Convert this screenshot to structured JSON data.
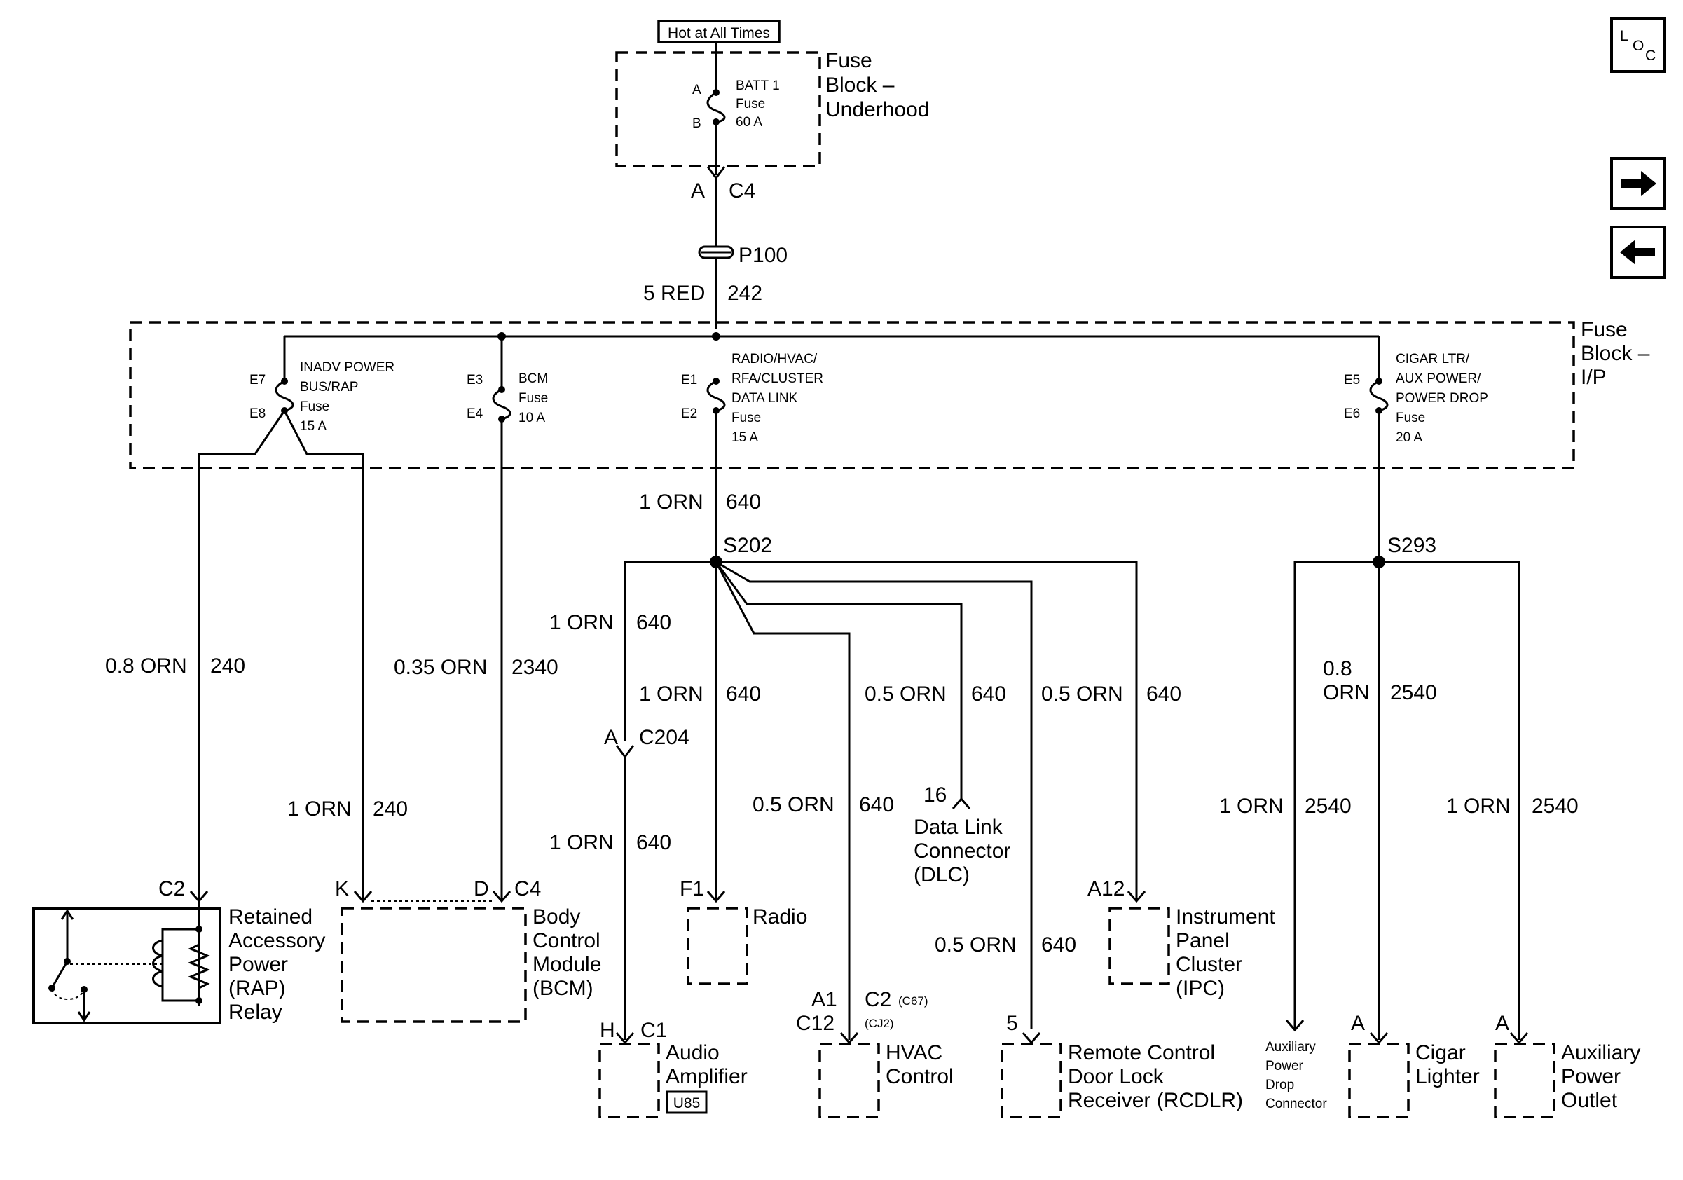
{
  "top": {
    "hot_label": "Hot at All Times",
    "underhood_block": [
      "Fuse",
      "Block –",
      "Underhood"
    ],
    "batt_fuse": [
      "BATT 1",
      "Fuse",
      "60 A"
    ],
    "batt_pin_a": "A",
    "batt_pin_b": "B",
    "conn_a": "A",
    "conn_c4": "C4",
    "splice_p100": "P100",
    "wire_main_gauge": "5 RED",
    "wire_main_circuit": "242"
  },
  "ip_block": {
    "title": [
      "Fuse",
      "Block –",
      "I/P"
    ],
    "fuses": [
      {
        "pin_in": "E7",
        "pin_out": "E8",
        "label": [
          "INADV POWER",
          "BUS/RAP",
          "Fuse",
          "15 A"
        ]
      },
      {
        "pin_in": "E3",
        "pin_out": "E4",
        "label": [
          "BCM",
          "Fuse",
          "10 A"
        ]
      },
      {
        "pin_in": "E1",
        "pin_out": "E2",
        "label": [
          "RADIO/HVAC/",
          "RFA/CLUSTER",
          "DATA LINK",
          "Fuse",
          "15 A"
        ]
      },
      {
        "pin_in": "E5",
        "pin_out": "E6",
        "label": [
          "CIGAR LTR/",
          "AUX POWER/",
          "POWER DROP",
          "Fuse",
          "20 A"
        ]
      }
    ]
  },
  "wires": {
    "w640_main": [
      "1 ORN",
      "640"
    ],
    "s202": "S202",
    "s293": "S293",
    "w240_a": [
      "0.8 ORN",
      "240"
    ],
    "w2340": [
      "0.35 ORN",
      "2340"
    ],
    "w640_c204": [
      "1 ORN",
      "640"
    ],
    "w640_radio": [
      "1 ORN",
      "640"
    ],
    "w640_dlc": [
      "0.5 ORN",
      "640"
    ],
    "w640_ipc": [
      "0.5 ORN",
      "640"
    ],
    "w2540_main": [
      "0.8",
      "ORN",
      "2540"
    ],
    "w240_b": [
      "1 ORN",
      "240"
    ],
    "w640_hvac": [
      "0.5 ORN",
      "640"
    ],
    "w640_amp": [
      "1 ORN",
      "640"
    ],
    "w640_rcdlr": [
      "0.5 ORN",
      "640"
    ],
    "w2540_drop": [
      "1 ORN",
      "2540"
    ],
    "w2540_outlet": [
      "1 ORN",
      "2540"
    ]
  },
  "connectors": {
    "c204_pin": "A",
    "c204": "C204",
    "dlc_pin": "16"
  },
  "components": {
    "rap": {
      "conn": "C2",
      "label": [
        "Retained",
        "Accessory",
        "Power",
        "(RAP)",
        "Relay"
      ]
    },
    "bcm": {
      "pin_k": "K",
      "pin_d": "D",
      "conn": "C4",
      "label": [
        "Body",
        "Control",
        "Module",
        "(BCM)"
      ]
    },
    "radio": {
      "pin": "F1",
      "label": [
        "Radio"
      ]
    },
    "dlc": {
      "label": [
        "Data Link",
        "Connector",
        "(DLC)"
      ]
    },
    "ipc": {
      "pin": "A12",
      "label": [
        "Instrument",
        "Panel",
        "Cluster",
        "(IPC)"
      ]
    },
    "amp": {
      "pin": "H",
      "conn": "C1",
      "label": [
        "Audio",
        "Amplifier"
      ],
      "badge": "U85"
    },
    "hvac": {
      "pin_a": "A1",
      "pin_b": "C12",
      "conn_a": "C2",
      "conn_a_sub": "(C67)",
      "conn_b_sub": "(CJ2)",
      "label": [
        "HVAC",
        "Control"
      ]
    },
    "rcdlr": {
      "pin": "5",
      "label": [
        "Remote Control",
        "Door Lock",
        "Receiver (RCDLR)"
      ]
    },
    "drop": {
      "label": [
        "Auxiliary",
        "Power",
        "Drop",
        "Connector"
      ]
    },
    "cigar": {
      "pin": "A",
      "label": [
        "Cigar",
        "Lighter"
      ]
    },
    "outlet": {
      "pin": "A",
      "label": [
        "Auxiliary",
        "Power",
        "Outlet"
      ]
    }
  },
  "nav": {
    "loc_icon": "L O C",
    "forward_icon": "arrow-right",
    "back_icon": "arrow-left"
  }
}
